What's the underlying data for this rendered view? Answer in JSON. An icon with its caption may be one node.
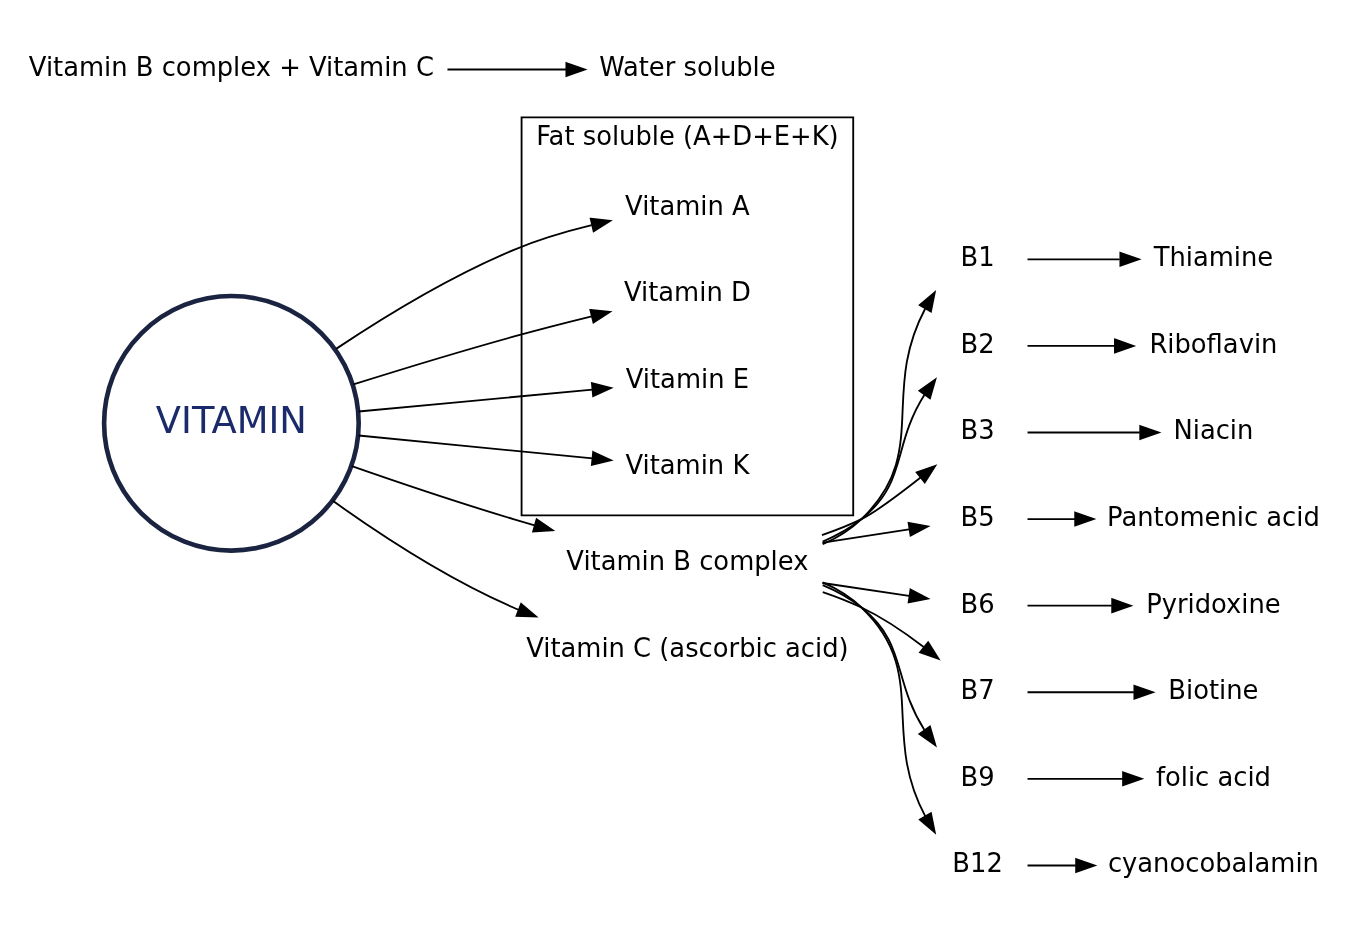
{
  "diagram": {
    "nodes": [
      {
        "text": [
          "Fat soluble (A+D+E+K)"
        ]
      },
      {
        "text": [
          "Vitamin A"
        ],
        "in": 0
      },
      {
        "text": [
          "Vitamin D"
        ],
        "in": 0
      },
      {
        "text": [
          "Vitamin E"
        ],
        "in": 0
      },
      {
        "text": [
          "Vitamin K"
        ],
        "in": 0
      },
      {
        "text": [
          "VITAMIN"
        ]
      },
      {
        "text": [
          "Vitamin B complex"
        ]
      },
      {
        "text": [
          "Vitamin C (ascorbic acid)"
        ]
      },
      {
        "text": [
          "B1"
        ]
      },
      {
        "text": [
          "B2"
        ]
      },
      {
        "text": [
          "B3"
        ]
      },
      {
        "text": [
          "B5"
        ]
      },
      {
        "text": [
          "B6"
        ]
      },
      {
        "text": [
          "B7"
        ]
      },
      {
        "text": [
          "B9"
        ]
      },
      {
        "text": [
          "B12"
        ]
      },
      {
        "text": [
          "Thiamine"
        ]
      },
      {
        "text": [
          "Riboflavin"
        ]
      },
      {
        "text": [
          "Niacin"
        ]
      },
      {
        "text": [
          "Pantomenic acid"
        ]
      },
      {
        "text": [
          "Pyridoxine"
        ]
      },
      {
        "text": [
          "Biotine"
        ]
      },
      {
        "text": [
          "folic acid"
        ]
      },
      {
        "text": [
          "cyanocobalamin"
        ]
      },
      {
        "text": [
          "Vitamin B complex + Vitamin C"
        ]
      },
      {
        "text": [
          "Water soluble"
        ]
      }
    ],
    "edges": [
      {
        "from": 5,
        "to": 1,
        "arrow": "to"
      },
      {
        "from": 5,
        "to": 2,
        "arrow": "to"
      },
      {
        "from": 5,
        "to": 3,
        "arrow": "to"
      },
      {
        "from": 5,
        "to": 4,
        "arrow": "to"
      },
      {
        "from": 5,
        "to": 6,
        "arrow": "to"
      },
      {
        "from": 5,
        "to": 7,
        "arrow": "to"
      },
      {
        "from": 6,
        "to": 8,
        "arrow": "to"
      },
      {
        "from": 6,
        "to": 9,
        "arrow": "to"
      },
      {
        "from": 6,
        "to": 10,
        "arrow": "to"
      },
      {
        "from": 6,
        "to": 11,
        "arrow": "to"
      },
      {
        "from": 6,
        "to": 12,
        "arrow": "to"
      },
      {
        "from": 6,
        "to": 13,
        "arrow": "to"
      },
      {
        "from": 6,
        "to": 14,
        "arrow": "to"
      },
      {
        "from": 6,
        "to": 15,
        "arrow": "to"
      },
      {
        "from": 8,
        "to": 16,
        "arrow": "to"
      },
      {
        "from": 9,
        "to": 17,
        "arrow": "to"
      },
      {
        "from": 10,
        "to": 18,
        "arrow": "to"
      },
      {
        "from": 11,
        "to": 19,
        "arrow": "to"
      },
      {
        "from": 12,
        "to": 20,
        "arrow": "to"
      },
      {
        "from": 13,
        "to": 21,
        "arrow": "to"
      },
      {
        "from": 14,
        "to": 22,
        "arrow": "to"
      },
      {
        "from": 15,
        "to": 23,
        "arrow": "to"
      },
      {
        "from": 24,
        "to": 25,
        "arrow": "to"
      }
    ]
  }
}
